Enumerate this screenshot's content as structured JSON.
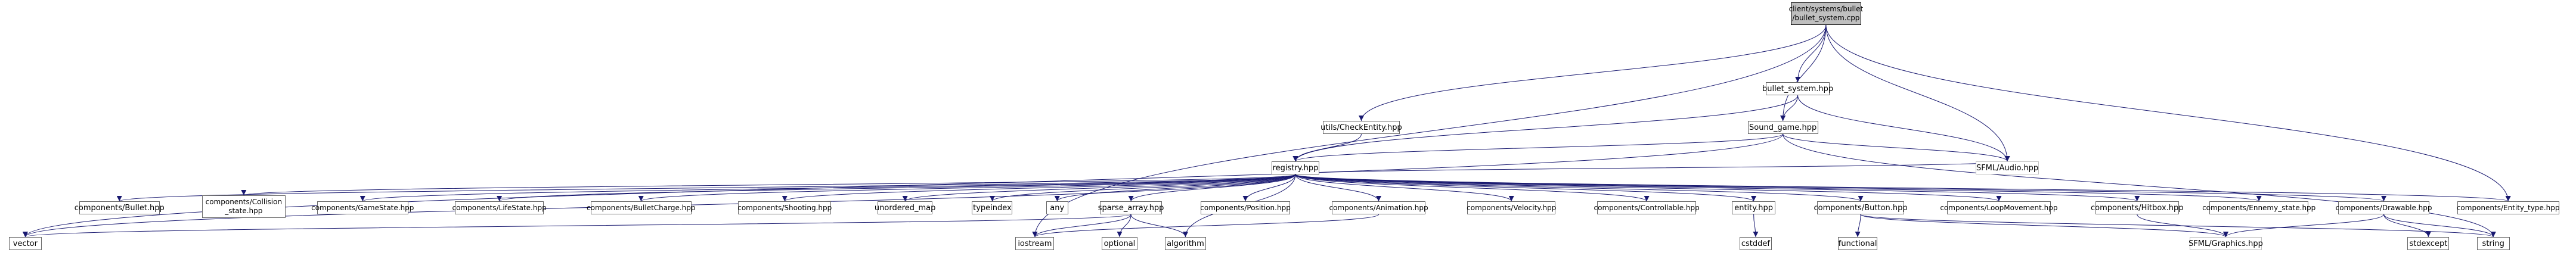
{
  "graph": {
    "colors": {
      "edge": "#191970",
      "root_fill": "#bfbfbf",
      "node_border": "#666666",
      "external_border": "#bfbfbf"
    },
    "nodes": [
      {
        "id": "root",
        "label": "client/systems/bullet\n/bullet_system.cpp",
        "kind": "root"
      },
      {
        "id": "checkentity",
        "label": "utils/CheckEntity.hpp",
        "kind": "normal"
      },
      {
        "id": "bulletsys",
        "label": "bullet_system.hpp",
        "kind": "normal"
      },
      {
        "id": "soundgame",
        "label": "Sound_game.hpp",
        "kind": "normal"
      },
      {
        "id": "sfmlaudio",
        "label": "SFML/Audio.hpp",
        "kind": "external"
      },
      {
        "id": "registry",
        "label": "registry.hpp",
        "kind": "normal"
      },
      {
        "id": "vector",
        "label": "vector",
        "kind": "normal"
      },
      {
        "id": "cbullet",
        "label": "components/Bullet.hpp",
        "kind": "normal"
      },
      {
        "id": "ccollision",
        "label": "components/Collision\n_state.hpp",
        "kind": "normal"
      },
      {
        "id": "cgamestate",
        "label": "components/GameState.hpp",
        "kind": "normal"
      },
      {
        "id": "clifestate",
        "label": "components/LifeState.hpp",
        "kind": "normal"
      },
      {
        "id": "cbulletcharge",
        "label": "components/BulletCharge.hpp",
        "kind": "normal"
      },
      {
        "id": "cshooting",
        "label": "components/Shooting.hpp",
        "kind": "normal"
      },
      {
        "id": "unorderedmap",
        "label": "unordered_map",
        "kind": "normal"
      },
      {
        "id": "typeindex",
        "label": "typeindex",
        "kind": "normal"
      },
      {
        "id": "any",
        "label": "any",
        "kind": "normal"
      },
      {
        "id": "sparsearray",
        "label": "sparse_array.hpp",
        "kind": "normal"
      },
      {
        "id": "cposition",
        "label": "components/Position.hpp",
        "kind": "normal"
      },
      {
        "id": "canimation",
        "label": "components/Animation.hpp",
        "kind": "normal"
      },
      {
        "id": "cvelocity",
        "label": "components/Velocity.hpp",
        "kind": "normal"
      },
      {
        "id": "ccontrollable",
        "label": "components/Controllable.hpp",
        "kind": "normal"
      },
      {
        "id": "entity",
        "label": "entity.hpp",
        "kind": "normal"
      },
      {
        "id": "cbutton",
        "label": "components/Button.hpp",
        "kind": "normal"
      },
      {
        "id": "cloopmovement",
        "label": "components/LoopMovement.hpp",
        "kind": "normal"
      },
      {
        "id": "chitbox",
        "label": "components/Hitbox.hpp",
        "kind": "normal"
      },
      {
        "id": "cenemystate",
        "label": "components/Ennemy_state.hpp",
        "kind": "normal"
      },
      {
        "id": "cdrawable",
        "label": "components/Drawable.hpp",
        "kind": "normal"
      },
      {
        "id": "centitytype",
        "label": "components/Entity_type.hpp",
        "kind": "normal"
      },
      {
        "id": "iostream",
        "label": "iostream",
        "kind": "normal"
      },
      {
        "id": "optional",
        "label": "optional",
        "kind": "normal"
      },
      {
        "id": "algorithm",
        "label": "algorithm",
        "kind": "normal"
      },
      {
        "id": "cstddef",
        "label": "cstddef",
        "kind": "normal"
      },
      {
        "id": "functional",
        "label": "functional",
        "kind": "normal"
      },
      {
        "id": "sfmlgraphics",
        "label": "SFML/Graphics.hpp",
        "kind": "external"
      },
      {
        "id": "stdexcept",
        "label": "stdexcept",
        "kind": "normal"
      },
      {
        "id": "string",
        "label": "string",
        "kind": "normal"
      }
    ],
    "edges": [
      [
        "root",
        "iostream"
      ],
      [
        "root",
        "checkentity"
      ],
      [
        "root",
        "bulletsys"
      ],
      [
        "root",
        "soundgame"
      ],
      [
        "root",
        "sfmlaudio"
      ],
      [
        "root",
        "centitytype"
      ],
      [
        "checkentity",
        "registry"
      ],
      [
        "bulletsys",
        "registry"
      ],
      [
        "bulletsys",
        "soundgame"
      ],
      [
        "bulletsys",
        "sfmlaudio"
      ],
      [
        "soundgame",
        "registry"
      ],
      [
        "soundgame",
        "vector"
      ],
      [
        "soundgame",
        "sfmlaudio"
      ],
      [
        "soundgame",
        "string"
      ],
      [
        "registry",
        "vector"
      ],
      [
        "registry",
        "cbullet"
      ],
      [
        "registry",
        "ccollision"
      ],
      [
        "registry",
        "cgamestate"
      ],
      [
        "registry",
        "clifestate"
      ],
      [
        "registry",
        "cbulletcharge"
      ],
      [
        "registry",
        "cshooting"
      ],
      [
        "registry",
        "unorderedmap"
      ],
      [
        "registry",
        "typeindex"
      ],
      [
        "registry",
        "any"
      ],
      [
        "registry",
        "sparsearray"
      ],
      [
        "registry",
        "algorithm"
      ],
      [
        "registry",
        "cposition"
      ],
      [
        "registry",
        "canimation"
      ],
      [
        "registry",
        "cvelocity"
      ],
      [
        "registry",
        "ccontrollable"
      ],
      [
        "registry",
        "entity"
      ],
      [
        "registry",
        "cbutton"
      ],
      [
        "registry",
        "cloopmovement"
      ],
      [
        "registry",
        "chitbox"
      ],
      [
        "registry",
        "cenemystate"
      ],
      [
        "registry",
        "cdrawable"
      ],
      [
        "registry",
        "centitytype"
      ],
      [
        "registry",
        "sfmlaudio"
      ],
      [
        "sparsearray",
        "vector"
      ],
      [
        "sparsearray",
        "iostream"
      ],
      [
        "sparsearray",
        "optional"
      ],
      [
        "sparsearray",
        "algorithm"
      ],
      [
        "canimation",
        "iostream"
      ],
      [
        "entity",
        "cstddef"
      ],
      [
        "cbutton",
        "functional"
      ],
      [
        "cbutton",
        "sfmlgraphics"
      ],
      [
        "cbutton",
        "string"
      ],
      [
        "chitbox",
        "sfmlgraphics"
      ],
      [
        "cdrawable",
        "sfmlgraphics"
      ],
      [
        "cdrawable",
        "stdexcept"
      ],
      [
        "cdrawable",
        "string"
      ]
    ]
  }
}
